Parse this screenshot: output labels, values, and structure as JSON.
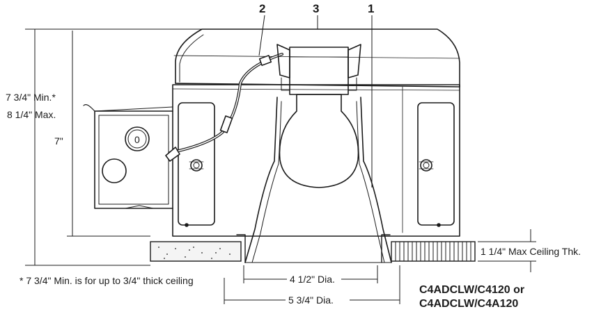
{
  "callouts": {
    "c1": "1",
    "c2": "2",
    "c3": "3"
  },
  "dimensions": {
    "min_height": "7 3/4\" Min.*",
    "max_height": "8 1/4\" Max.",
    "junction_height": "7\"",
    "inner_dia": "4 1/2\" Dia.",
    "outer_dia": "5 3/4\" Dia.",
    "ceiling_thickness": "1 1/4\" Max Ceiling Thk."
  },
  "knockout_label": "0",
  "footnote": "* 7 3/4\" Min. is for up to 3/4\" thick ceiling",
  "model": {
    "line1": "C4ADCLW/C4120 or",
    "line2": "C4ADCLW/C4A120"
  }
}
